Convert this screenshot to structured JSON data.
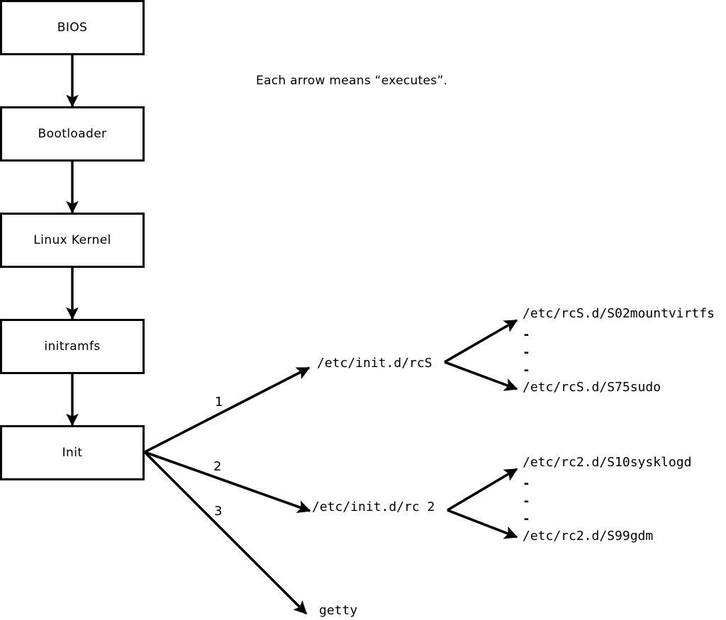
{
  "diagram": {
    "title_note": "Each arrow means “executes”.",
    "boxes": [
      {
        "id": "bios",
        "label": "BIOS"
      },
      {
        "id": "bootloader",
        "label": "Bootloader"
      },
      {
        "id": "linux-kernel",
        "label": "Linux Kernel"
      },
      {
        "id": "initramfs",
        "label": "initramfs"
      },
      {
        "id": "init",
        "label": "Init"
      }
    ],
    "branch_numbers": [
      "1",
      "2",
      "3"
    ],
    "init_targets": [
      {
        "id": "rcs",
        "label": "/etc/init.d/rcS"
      },
      {
        "id": "rc2",
        "label": "/etc/init.d/rc 2"
      },
      {
        "id": "getty",
        "label": "getty"
      }
    ],
    "rcs_scripts": {
      "first": "/etc/rcS.d/S02mountvirtfs",
      "last": "/etc/rcS.d/S75sudo",
      "ellipsis": [
        "-",
        "-",
        "-"
      ]
    },
    "rc2_scripts": {
      "first": "/etc/rc2.d/S10sysklogd",
      "last": "/etc/rc2.d/S99gdm",
      "ellipsis": [
        "-",
        "-",
        "-"
      ]
    },
    "colors": {
      "stroke": "#000000",
      "fill": "#ffffff",
      "text": "#000000"
    }
  }
}
